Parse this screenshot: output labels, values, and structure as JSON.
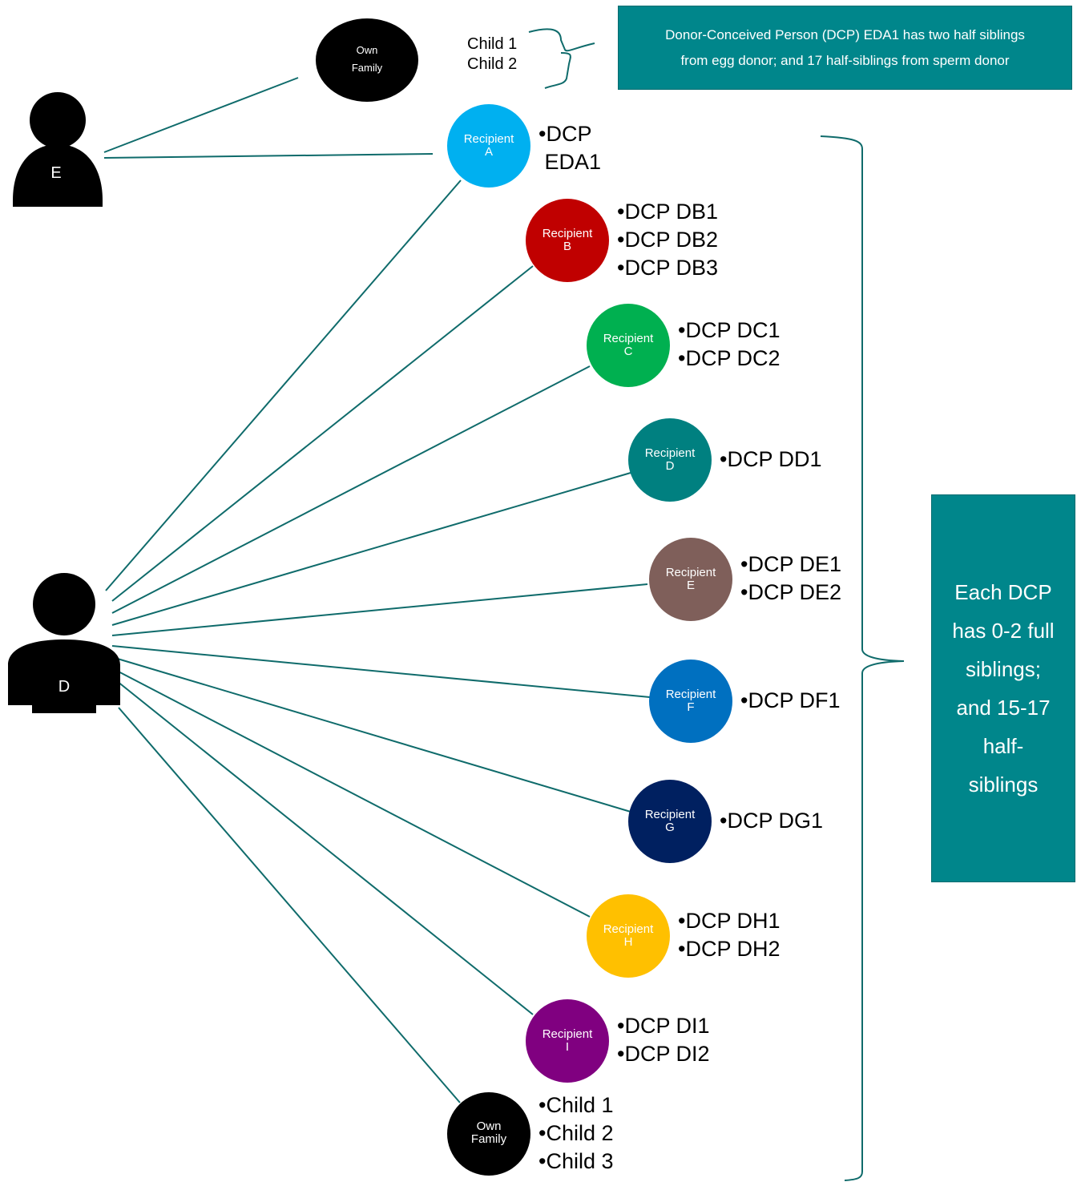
{
  "colors": {
    "line": "#0f6b6b",
    "callout": "#00868b",
    "black": "#000000"
  },
  "donors": {
    "egg_donor": {
      "label": "E",
      "icon": "person-icon"
    },
    "sperm_donor": {
      "label": "D",
      "icon": "person-icon"
    }
  },
  "egg_donor_family": {
    "node_label_line1": "Own",
    "node_label_line2": "Family",
    "children": [
      "Child 1",
      "Child 2"
    ]
  },
  "top_callout": {
    "line1": "Donor-Conceived Person (DCP) EDA1 has two half siblings",
    "line2": "from egg donor; and 17 half-siblings from sperm donor"
  },
  "right_callout": {
    "lines": [
      "Each DCP",
      "has 0-2 full",
      "siblings;",
      "and 15-17",
      "half-",
      "siblings"
    ]
  },
  "recipients": [
    {
      "line1": "Recipient",
      "line2": "A",
      "color": "#00b0f0",
      "dcps": [
        "•DCP",
        " EDA1"
      ]
    },
    {
      "line1": "Recipient",
      "line2": "B",
      "color": "#c00000",
      "dcps": [
        "•DCP DB1",
        "•DCP DB2",
        "•DCP DB3"
      ]
    },
    {
      "line1": "Recipient",
      "line2": "C",
      "color": "#00b050",
      "dcps": [
        "•DCP DC1",
        "•DCP DC2"
      ]
    },
    {
      "line1": "Recipient",
      "line2": "D",
      "color": "#008080",
      "dcps": [
        "•DCP DD1"
      ]
    },
    {
      "line1": "Recipient",
      "line2": "E",
      "color": "#7f5f5a",
      "dcps": [
        "•DCP DE1",
        "•DCP DE2"
      ]
    },
    {
      "line1": "Recipient",
      "line2": "F",
      "color": "#0070c0",
      "dcps": [
        "•DCP DF1"
      ]
    },
    {
      "line1": "Recipient",
      "line2": "G",
      "color": "#002060",
      "dcps": [
        "•DCP DG1"
      ]
    },
    {
      "line1": "Recipient",
      "line2": "H",
      "color": "#ffc000",
      "dcps": [
        "•DCP DH1",
        "•DCP DH2"
      ]
    },
    {
      "line1": "Recipient",
      "line2": "I",
      "color": "#800080",
      "dcps": [
        "•DCP DI1",
        "•DCP DI2"
      ]
    }
  ],
  "sperm_donor_family": {
    "line1": "Own",
    "line2": "Family",
    "color": "#000000",
    "children": [
      "•Child 1",
      "•Child 2",
      "•Child 3"
    ]
  }
}
